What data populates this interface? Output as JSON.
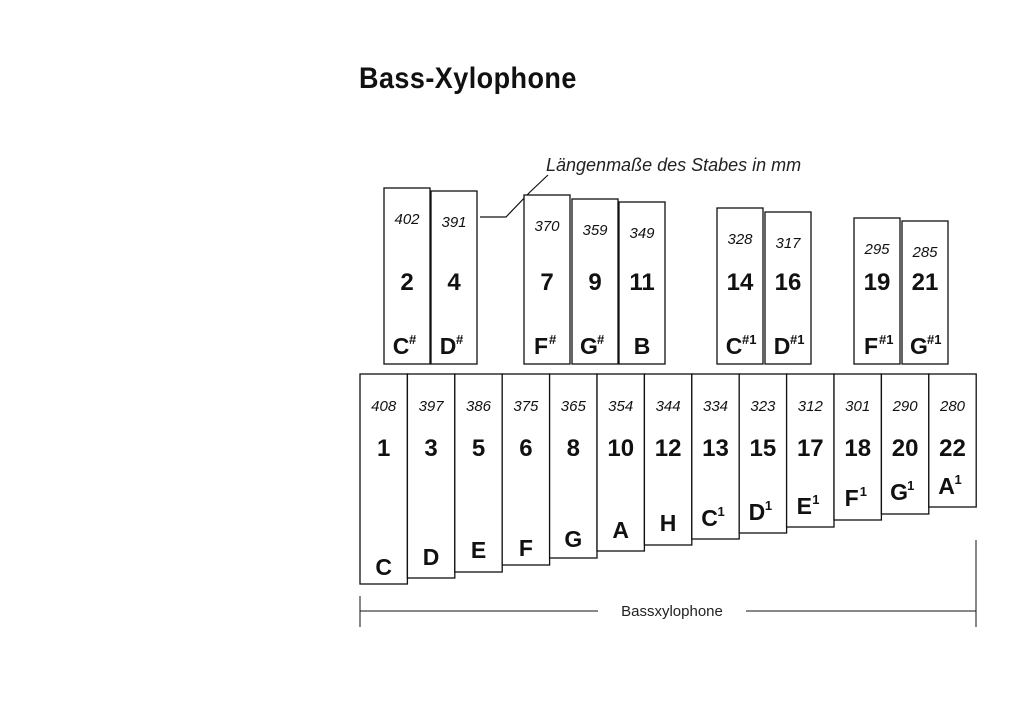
{
  "title": "Bass-Xylophone",
  "annotation": "Längenmaße des Stabes in mm",
  "dimension_label": "Bassxylophone",
  "sharp_bars": [
    {
      "number": "2",
      "length": "402",
      "note": "C",
      "accidental": "#"
    },
    {
      "number": "4",
      "length": "391",
      "note": "D",
      "accidental": "#"
    },
    {
      "number": "7",
      "length": "370",
      "note": "F",
      "accidental": "#"
    },
    {
      "number": "9",
      "length": "359",
      "note": "G",
      "accidental": "#"
    },
    {
      "number": "11",
      "length": "349",
      "note": "B",
      "accidental": ""
    },
    {
      "number": "14",
      "length": "328",
      "note": "C",
      "accidental": "#1"
    },
    {
      "number": "16",
      "length": "317",
      "note": "D",
      "accidental": "#1"
    },
    {
      "number": "19",
      "length": "295",
      "note": "F",
      "accidental": "#1"
    },
    {
      "number": "21",
      "length": "285",
      "note": "G",
      "accidental": "#1"
    }
  ],
  "natural_bars": [
    {
      "number": "1",
      "length": "408",
      "note": "C",
      "accidental": ""
    },
    {
      "number": "3",
      "length": "397",
      "note": "D",
      "accidental": ""
    },
    {
      "number": "5",
      "length": "386",
      "note": "E",
      "accidental": ""
    },
    {
      "number": "6",
      "length": "375",
      "note": "F",
      "accidental": ""
    },
    {
      "number": "8",
      "length": "365",
      "note": "G",
      "accidental": ""
    },
    {
      "number": "10",
      "length": "354",
      "note": "A",
      "accidental": ""
    },
    {
      "number": "12",
      "length": "344",
      "note": "H",
      "accidental": ""
    },
    {
      "number": "13",
      "length": "334",
      "note": "C",
      "accidental": "1"
    },
    {
      "number": "15",
      "length": "323",
      "note": "D",
      "accidental": "1"
    },
    {
      "number": "17",
      "length": "312",
      "note": "E",
      "accidental": "1"
    },
    {
      "number": "18",
      "length": "301",
      "note": "F",
      "accidental": "1"
    },
    {
      "number": "20",
      "length": "290",
      "note": "G",
      "accidental": "1"
    },
    {
      "number": "22",
      "length": "280",
      "note": "A",
      "accidental": "1"
    }
  ]
}
